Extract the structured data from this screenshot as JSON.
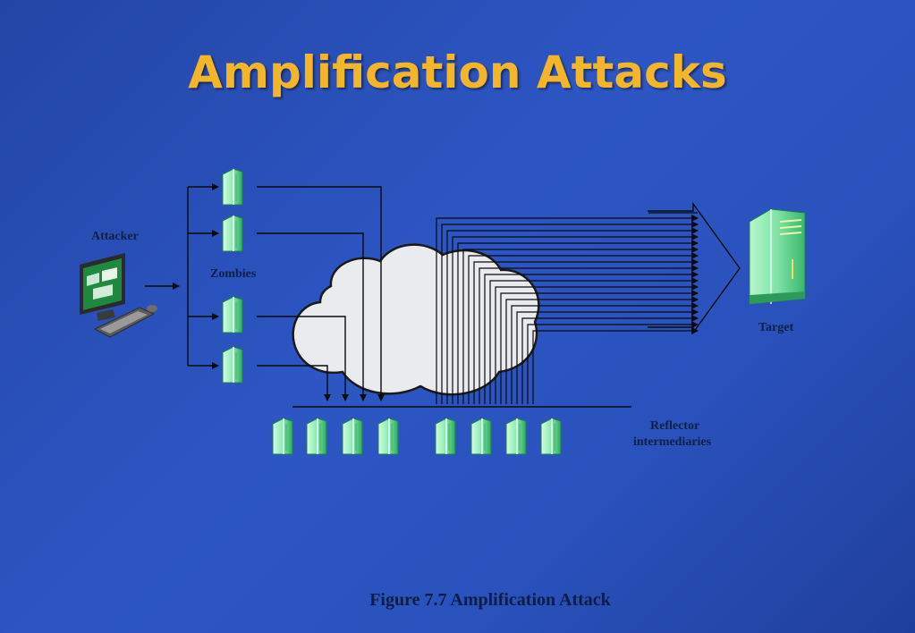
{
  "slide": {
    "title": "Amplification Attacks"
  },
  "diagram": {
    "labels": {
      "attacker": "Attacker",
      "zombies": "Zombies",
      "reflector_line1": "Reflector",
      "reflector_line2": "intermediaries",
      "target": "Target"
    },
    "caption": "Figure 7.7 Amplification Attack",
    "colors": {
      "server_green": "#7ee8a8",
      "server_dark": "#1e8a4a",
      "line": "#0b0b0b",
      "cloud_fill": "#e9ebee",
      "title_gold": "#f5b528"
    },
    "icons": [
      "computer-icon",
      "server-icon",
      "cloud-shape",
      "arrow-icon"
    ]
  }
}
